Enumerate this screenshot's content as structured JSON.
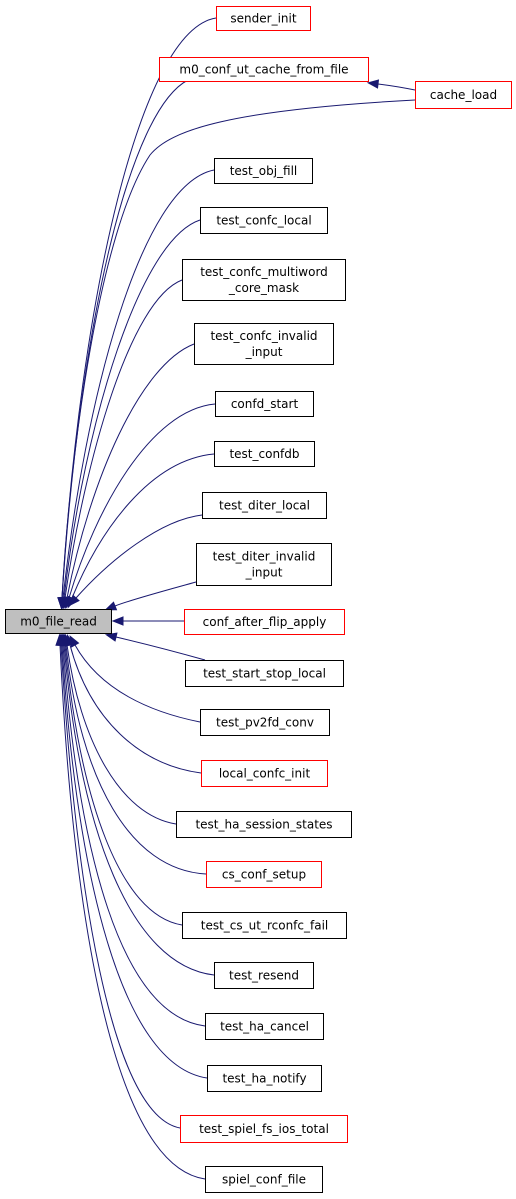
{
  "colors": {
    "edge": "#191970",
    "border_black": "#000000",
    "border_red": "#ff0000",
    "focus_fill": "#bfbfbf",
    "node_fill": "#ffffff"
  },
  "nodes": [
    {
      "id": "m0_file_read",
      "lines": [
        "m0_file_read"
      ],
      "border": "black",
      "focus": true
    },
    {
      "id": "sender_init",
      "lines": [
        "sender_init"
      ],
      "border": "red"
    },
    {
      "id": "m0_conf_ut_cache_from_file",
      "lines": [
        "m0_conf_ut_cache_from_file"
      ],
      "border": "red"
    },
    {
      "id": "cache_load",
      "lines": [
        "cache_load"
      ],
      "border": "red"
    },
    {
      "id": "test_obj_fill",
      "lines": [
        "test_obj_fill"
      ],
      "border": "black"
    },
    {
      "id": "test_confc_local",
      "lines": [
        "test_confc_local"
      ],
      "border": "black"
    },
    {
      "id": "test_confc_multiword_core_mask",
      "lines": [
        "test_confc_multiword",
        "_core_mask"
      ],
      "border": "black"
    },
    {
      "id": "test_confc_invalid_input",
      "lines": [
        "test_confc_invalid",
        "_input"
      ],
      "border": "black"
    },
    {
      "id": "confd_start",
      "lines": [
        "confd_start"
      ],
      "border": "black"
    },
    {
      "id": "test_confdb",
      "lines": [
        "test_confdb"
      ],
      "border": "black"
    },
    {
      "id": "test_diter_local",
      "lines": [
        "test_diter_local"
      ],
      "border": "black"
    },
    {
      "id": "test_diter_invalid_input",
      "lines": [
        "test_diter_invalid",
        "_input"
      ],
      "border": "black"
    },
    {
      "id": "conf_after_flip_apply",
      "lines": [
        "conf_after_flip_apply"
      ],
      "border": "red"
    },
    {
      "id": "test_start_stop_local",
      "lines": [
        "test_start_stop_local"
      ],
      "border": "black"
    },
    {
      "id": "test_pv2fd_conv",
      "lines": [
        "test_pv2fd_conv"
      ],
      "border": "black"
    },
    {
      "id": "local_confc_init",
      "lines": [
        "local_confc_init"
      ],
      "border": "red"
    },
    {
      "id": "test_ha_session_states",
      "lines": [
        "test_ha_session_states"
      ],
      "border": "black"
    },
    {
      "id": "cs_conf_setup",
      "lines": [
        "cs_conf_setup"
      ],
      "border": "red"
    },
    {
      "id": "test_cs_ut_rconfc_fail",
      "lines": [
        "test_cs_ut_rconfc_fail"
      ],
      "border": "black"
    },
    {
      "id": "test_resend",
      "lines": [
        "test_resend"
      ],
      "border": "black"
    },
    {
      "id": "test_ha_cancel",
      "lines": [
        "test_ha_cancel"
      ],
      "border": "black"
    },
    {
      "id": "test_ha_notify",
      "lines": [
        "test_ha_notify"
      ],
      "border": "black"
    },
    {
      "id": "test_spiel_fs_ios_total",
      "lines": [
        "test_spiel_fs_ios_total"
      ],
      "border": "red"
    },
    {
      "id": "spiel_conf_file",
      "lines": [
        "spiel_conf_file"
      ],
      "border": "black"
    }
  ],
  "edges": [
    {
      "from": "sender_init",
      "to": "m0_file_read"
    },
    {
      "from": "m0_conf_ut_cache_from_file",
      "to": "m0_file_read"
    },
    {
      "from": "cache_load",
      "to": "m0_conf_ut_cache_from_file"
    },
    {
      "from": "cache_load",
      "to": "m0_file_read"
    },
    {
      "from": "test_obj_fill",
      "to": "m0_file_read"
    },
    {
      "from": "test_confc_local",
      "to": "m0_file_read"
    },
    {
      "from": "test_confc_multiword_core_mask",
      "to": "m0_file_read"
    },
    {
      "from": "test_confc_invalid_input",
      "to": "m0_file_read"
    },
    {
      "from": "confd_start",
      "to": "m0_file_read"
    },
    {
      "from": "test_confdb",
      "to": "m0_file_read"
    },
    {
      "from": "test_diter_local",
      "to": "m0_file_read"
    },
    {
      "from": "test_diter_invalid_input",
      "to": "m0_file_read"
    },
    {
      "from": "conf_after_flip_apply",
      "to": "m0_file_read"
    },
    {
      "from": "test_start_stop_local",
      "to": "m0_file_read"
    },
    {
      "from": "test_pv2fd_conv",
      "to": "m0_file_read"
    },
    {
      "from": "local_confc_init",
      "to": "m0_file_read"
    },
    {
      "from": "test_ha_session_states",
      "to": "m0_file_read"
    },
    {
      "from": "cs_conf_setup",
      "to": "m0_file_read"
    },
    {
      "from": "test_cs_ut_rconfc_fail",
      "to": "m0_file_read"
    },
    {
      "from": "test_resend",
      "to": "m0_file_read"
    },
    {
      "from": "test_ha_cancel",
      "to": "m0_file_read"
    },
    {
      "from": "test_ha_notify",
      "to": "m0_file_read"
    },
    {
      "from": "test_spiel_fs_ios_total",
      "to": "m0_file_read"
    },
    {
      "from": "spiel_conf_file",
      "to": "m0_file_read"
    }
  ]
}
